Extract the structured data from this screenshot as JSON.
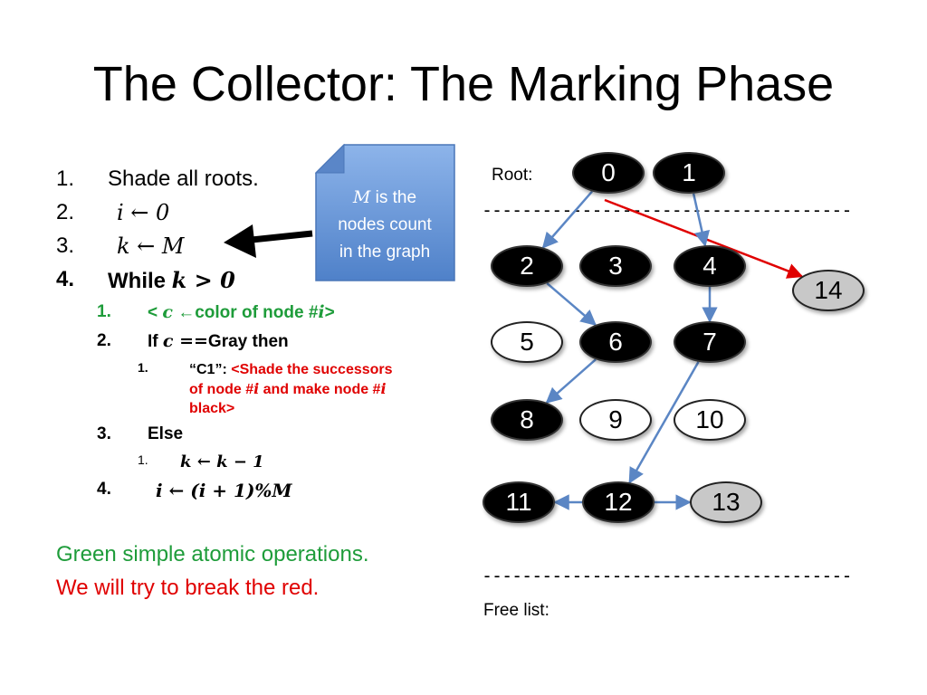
{
  "slide": {
    "title": "The Collector: The Marking Phase",
    "steps": [
      {
        "num": "1.",
        "text": "Shade all roots."
      },
      {
        "num": "2.",
        "math": "i ← 0"
      },
      {
        "num": "3.",
        "math": "k ← M"
      },
      {
        "num": "4.",
        "text": "While ",
        "math": "k > 0"
      }
    ],
    "substeps": {
      "s1": {
        "num": "1.",
        "pre": "< ",
        "math1": "c",
        "mid": " ←color of node #",
        "math2": "i",
        "post": ">"
      },
      "s2": {
        "num": "2.",
        "pre": "If ",
        "math": "c ==",
        "post": "Gray then"
      },
      "s2_1": {
        "num": "1.",
        "quote": "“C1”: ",
        "line1": "<Shade the successors",
        "line2a": "of node #",
        "math_i1": "i",
        "line2b": " and make node #",
        "math_i2": "i",
        "line3": "black>"
      },
      "s3": {
        "num": "3.",
        "text": "Else"
      },
      "s3_1": {
        "num": "1.",
        "math": "k ← k − 1"
      },
      "s4": {
        "num": "4.",
        "math": "i ← (i + 1)%M"
      }
    },
    "notes": {
      "green": "Green simple atomic operations.",
      "red": "We will try to break the red."
    },
    "callout": {
      "math": "M",
      "line1": " is the",
      "line2": "nodes count",
      "line3": "in the graph"
    },
    "graph": {
      "root_label": "Root:",
      "free_label": "Free list:",
      "dashes": "-------------------------------------",
      "nodes": [
        {
          "id": "0",
          "color": "black"
        },
        {
          "id": "1",
          "color": "black"
        },
        {
          "id": "2",
          "color": "black"
        },
        {
          "id": "3",
          "color": "black"
        },
        {
          "id": "4",
          "color": "black"
        },
        {
          "id": "5",
          "color": "white"
        },
        {
          "id": "6",
          "color": "black"
        },
        {
          "id": "7",
          "color": "black"
        },
        {
          "id": "8",
          "color": "black"
        },
        {
          "id": "9",
          "color": "white"
        },
        {
          "id": "10",
          "color": "white"
        },
        {
          "id": "11",
          "color": "black"
        },
        {
          "id": "12",
          "color": "black"
        },
        {
          "id": "13",
          "color": "gray"
        },
        {
          "id": "14",
          "color": "gray"
        }
      ],
      "edges": [
        {
          "from": "0",
          "to": "2"
        },
        {
          "from": "0",
          "to": "14",
          "color": "red"
        },
        {
          "from": "1",
          "to": "4"
        },
        {
          "from": "2",
          "to": "6"
        },
        {
          "from": "4",
          "to": "7"
        },
        {
          "from": "6",
          "to": "8"
        },
        {
          "from": "7",
          "to": "12"
        },
        {
          "from": "12",
          "to": "11"
        },
        {
          "from": "12",
          "to": "13"
        }
      ],
      "colors": {
        "edge": "#5b86c4",
        "highlight_edge": "#e00000",
        "callout": "#6d9bd8"
      }
    }
  }
}
